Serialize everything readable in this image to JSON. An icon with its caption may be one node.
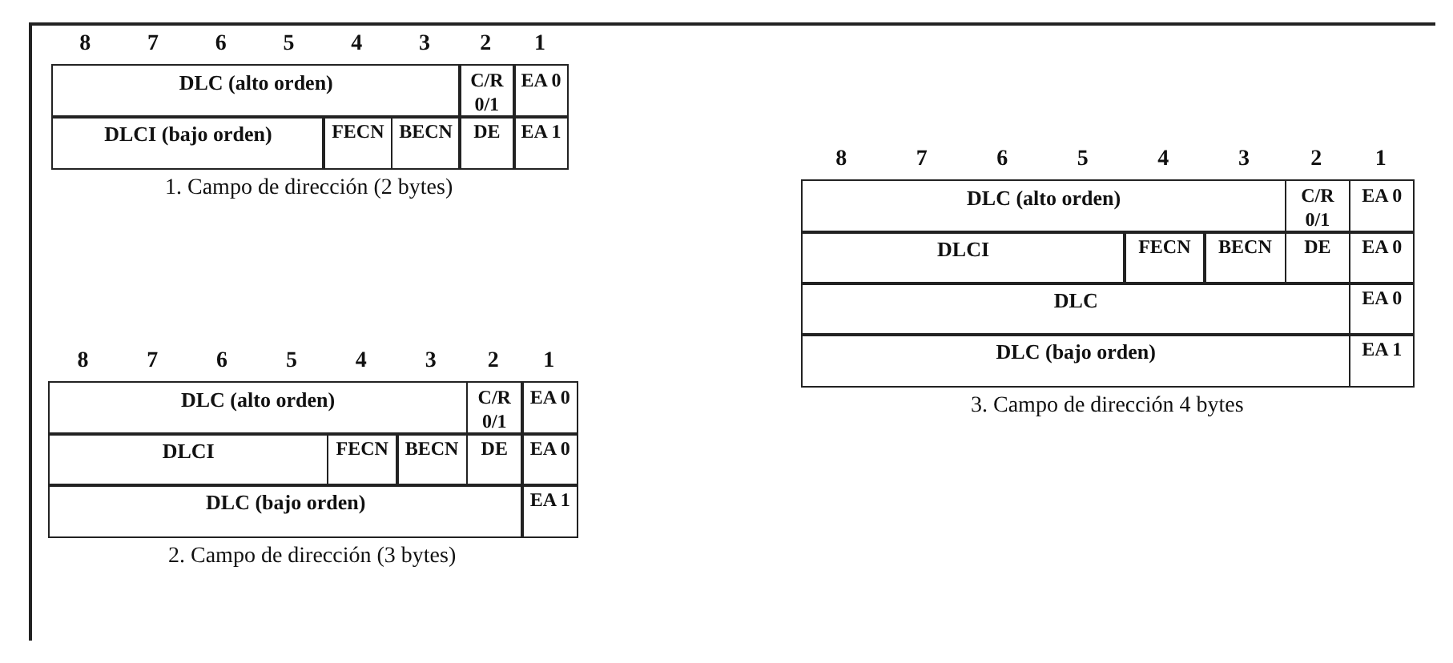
{
  "diagram": {
    "labels": [
      "8",
      "7",
      "6",
      "5",
      "4",
      "3",
      "2",
      "1",
      "DLC (alto orden)",
      "C/R 0/1",
      "EA 0",
      "DLCI (bajo orden)",
      "FECN",
      "BECN",
      "DE",
      "EA 1",
      "1. Campo de dirección (2 bytes)",
      "8",
      "7",
      "6",
      "5",
      "4",
      "3",
      "2",
      "1",
      "DLC (alto orden)",
      "C/R 0/1",
      "EA 0",
      "DLCI",
      "FECN",
      "BECN",
      "DE",
      "EA 0",
      "DLC (bajo orden)",
      "EA 1",
      "2. Campo de dirección (3 bytes)",
      "8",
      "7",
      "6",
      "5",
      "4",
      "3",
      "2",
      "1",
      "DLC (alto orden)",
      "C/R 0/1",
      "EA 0",
      "DLCI",
      "FECN",
      "BECN",
      "DE",
      "EA 0",
      "DLC",
      "EA 0",
      "DLC (bajo orden)",
      "EA 1",
      "3. Campo de dirección 4 bytes"
    ]
  }
}
